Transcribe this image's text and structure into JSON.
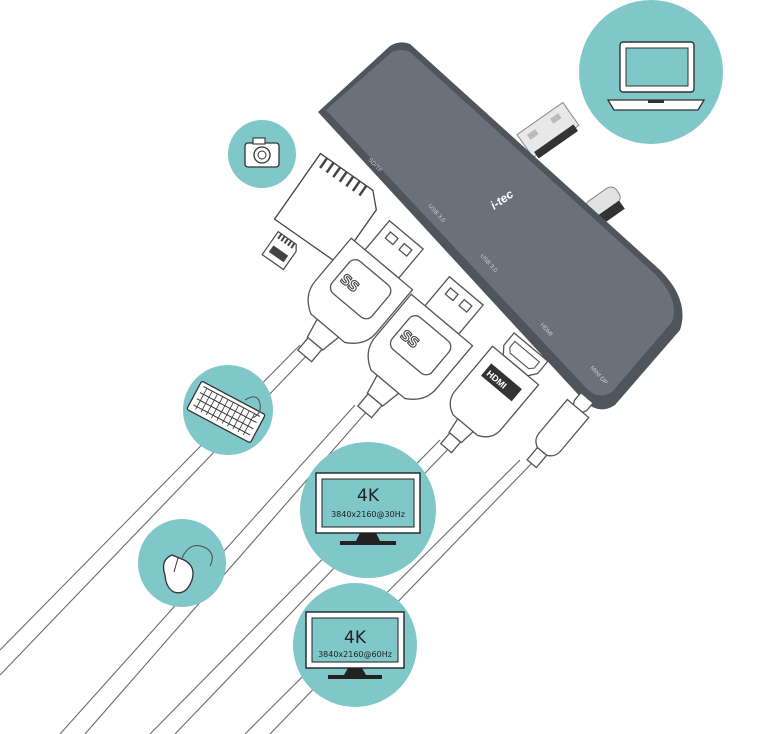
{
  "brand": "i-tec",
  "hub_ports": [
    "SD/TF",
    "USB 3.0",
    "USB 3.0",
    "HDMI",
    "MINI DP"
  ],
  "ss_logo": "SS",
  "hdmi_logo": "HDMI",
  "monitor_top": {
    "resolution": "4K",
    "spec": "3840x2160@30Hz"
  },
  "monitor_bottom": {
    "resolution": "4K",
    "spec": "3840x2160@60Hz"
  },
  "colors": {
    "circle": "#7fc7c9",
    "hub": "#5f6670",
    "line": "#6b6b6b"
  },
  "icons": [
    "laptop-icon",
    "camera-icon",
    "keyboard-icon",
    "mouse-icon",
    "monitor-icon",
    "sd-card-icon",
    "microsd-card-icon"
  ]
}
